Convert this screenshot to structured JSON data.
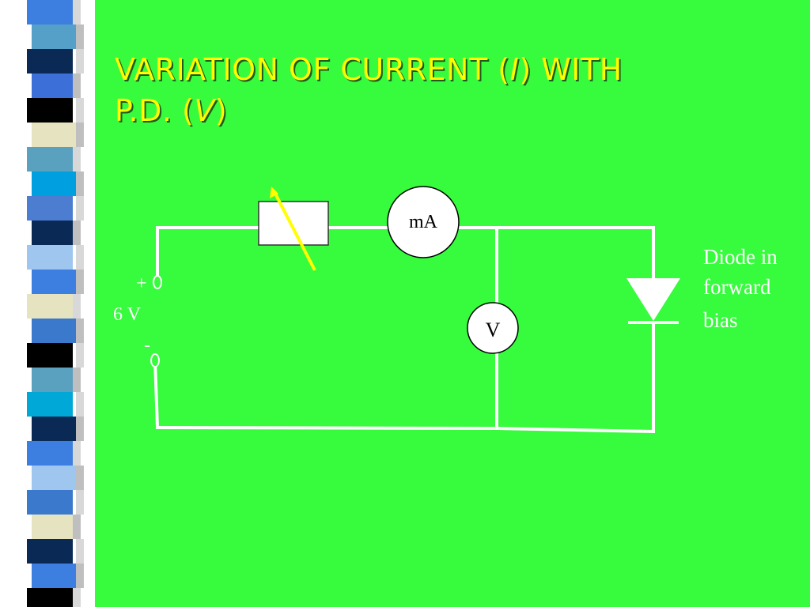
{
  "title": {
    "line1_prefix": "VARIATION OF CURRENT (",
    "line1_symbol": "I",
    "line1_suffix": ") WITH",
    "line2_prefix": "P.D. (",
    "line2_symbol": "V",
    "line2_suffix": ")"
  },
  "colors": {
    "background": "#37fb3d",
    "title": "#ffff00",
    "wire": "#ffffff",
    "rheostat_arrow": "#ffff00"
  },
  "strip_colors": [
    "#3d7fe0",
    "#55a0c8",
    "#0a2a55",
    "#3c6fd8",
    "#000000",
    "#e6e4c0",
    "#5aa0bf",
    "#00a0e0",
    "#4d7dd0",
    "#0a2a55",
    "#9ec6ee",
    "#3d7fe0",
    "#e6e4c0",
    "#3b79cc",
    "#000000",
    "#5aa0bf",
    "#00a8d8",
    "#0a2a55",
    "#3d7fe0",
    "#9ec6ee",
    "#3b79cc",
    "#e6e4c0",
    "#0a2a55",
    "#3d7fe0",
    "#000000"
  ],
  "circuit": {
    "ammeter_label": "mA",
    "voltmeter_label": "V",
    "supply_plus": "+",
    "supply_voltage": "6 V",
    "supply_minus": "-"
  },
  "note": {
    "line1": "Diode in",
    "line2": "forward",
    "line3": "bias"
  }
}
